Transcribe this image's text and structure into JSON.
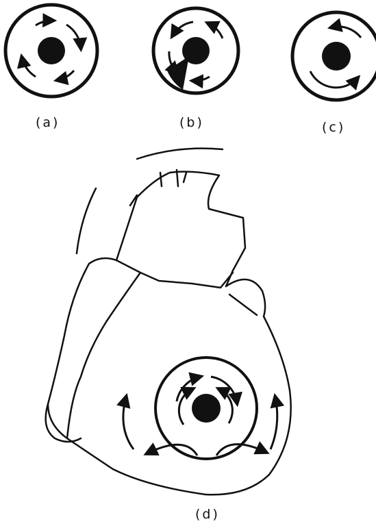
{
  "panels": [
    {
      "id": "a",
      "label": "(a)"
    },
    {
      "id": "b",
      "label": "(b)"
    },
    {
      "id": "c",
      "label": "(c)"
    },
    {
      "id": "d",
      "label": "(d)"
    }
  ],
  "colors": {
    "ink": "#111111",
    "background": "#ffffff"
  }
}
